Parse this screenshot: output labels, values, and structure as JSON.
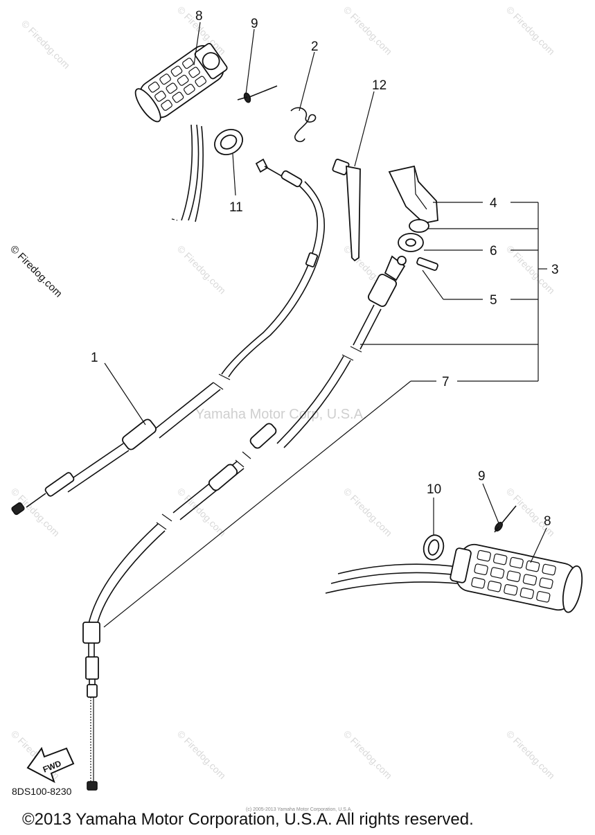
{
  "diagram": {
    "part_code": "8DS100-8230",
    "copyright": "©2013 Yamaha Motor Corporation, U.S.A. All rights reserved.",
    "center_watermark": "Yamaha Motor Corp, U.S.A.",
    "tiny_notice": "(c) 2005-2013 Yamaha Motor Corporation, U.S.A.",
    "watermark": "© Firedog.com",
    "fwd_label": "FWD",
    "callouts": [
      "1",
      "2",
      "3",
      "4",
      "5",
      "6",
      "7",
      "8",
      "9",
      "10",
      "11",
      "12",
      "8",
      "9"
    ]
  }
}
